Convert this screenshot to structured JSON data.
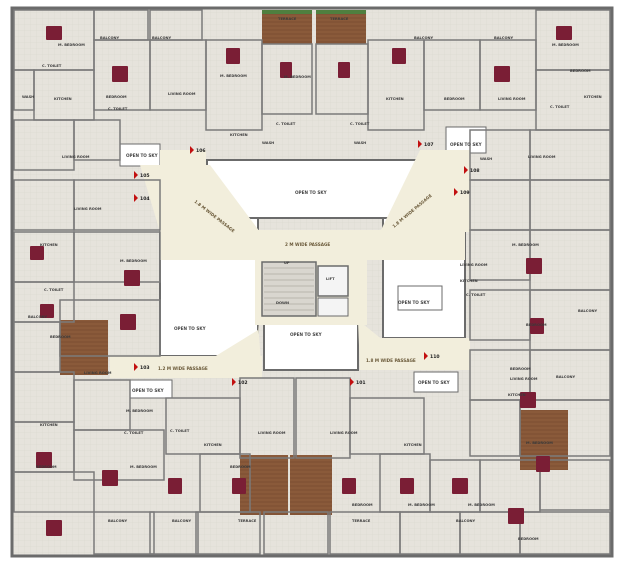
{
  "colors": {
    "wall": "#6b6b6b",
    "floor": "#e9e7e2",
    "passage": "#f2eedc",
    "wood": "#8a5a3a",
    "bed": "#7a1e35",
    "marker": "#c21010",
    "open_sky": "#ffffff",
    "greenery": "#4f7f3f"
  },
  "passages": [
    {
      "label": "2 M WIDE PASSAGE"
    },
    {
      "label": "1.8 M WIDE PASSAGE"
    },
    {
      "label": "1.8 M WIDE PASSAGE"
    },
    {
      "label": "1.2 M WIDE PASSAGE"
    },
    {
      "label": "1.8 M WIDE PASSAGE"
    }
  ],
  "open_to_sky": [
    {
      "label": "OPEN TO SKY"
    },
    {
      "label": "OPEN TO SKY"
    },
    {
      "label": "OPEN TO SKY"
    },
    {
      "label": "OPEN TO SKY"
    },
    {
      "label": "OPEN TO SKY"
    },
    {
      "label": "OPEN TO SKY"
    },
    {
      "label": "OPEN TO SKY"
    },
    {
      "label": "OPEN TO SKY"
    }
  ],
  "core": {
    "up": "UP",
    "down": "DOWN",
    "lift": "LIFT"
  },
  "flat_numbers": [
    "106",
    "107",
    "105",
    "108",
    "104",
    "109",
    "103",
    "110",
    "102",
    "101"
  ],
  "rooms": [
    {
      "name": "BALCONY"
    },
    {
      "name": "BALCONY"
    },
    {
      "name": "M. BEDROOM"
    },
    {
      "name": "C. TOILET"
    },
    {
      "name": "BEDROOM"
    },
    {
      "name": "LIVING ROOM"
    },
    {
      "name": "KITCHEN"
    },
    {
      "name": "C. TOILET"
    },
    {
      "name": "WASH"
    },
    {
      "name": "LIVING ROOM"
    },
    {
      "name": "TERRACE"
    },
    {
      "name": "TERRACE"
    },
    {
      "name": "M. BEDROOM"
    },
    {
      "name": "M. BEDROOM"
    },
    {
      "name": "KITCHEN"
    },
    {
      "name": "WASH"
    },
    {
      "name": "C. TOILET"
    },
    {
      "name": "C. TOILET"
    },
    {
      "name": "WASH"
    },
    {
      "name": "KITCHEN"
    },
    {
      "name": "BALCONY"
    },
    {
      "name": "BALCONY"
    },
    {
      "name": "M. BEDROOM"
    },
    {
      "name": "BEDROOM"
    },
    {
      "name": "LIVING ROOM"
    },
    {
      "name": "BEDROOM"
    },
    {
      "name": "C. TOILET"
    },
    {
      "name": "KITCHEN"
    },
    {
      "name": "WASH"
    },
    {
      "name": "LIVING ROOM"
    },
    {
      "name": "LIVING ROOM"
    },
    {
      "name": "KITCHEN"
    },
    {
      "name": "M. BEDROOM"
    },
    {
      "name": "C. TOILET"
    },
    {
      "name": "BALCONY"
    },
    {
      "name": "BEDROOM"
    },
    {
      "name": "LIVING ROOM"
    },
    {
      "name": "KITCHEN"
    },
    {
      "name": "M. BEDROOM"
    },
    {
      "name": "C. TOILET"
    },
    {
      "name": "BEDROOM"
    },
    {
      "name": "BALCONY"
    },
    {
      "name": "LIVING ROOM"
    },
    {
      "name": "KITCHEN"
    },
    {
      "name": "C. TOILET"
    },
    {
      "name": "M. BEDROOM"
    },
    {
      "name": "BEDROOM"
    },
    {
      "name": "BEDROOM"
    },
    {
      "name": "M. BEDROOM"
    },
    {
      "name": "BALCONY"
    },
    {
      "name": "BALCONY"
    },
    {
      "name": "TERRACE"
    },
    {
      "name": "KITCHEN"
    },
    {
      "name": "LIVING ROOM"
    },
    {
      "name": "LIVING ROOM"
    },
    {
      "name": "KITCHEN"
    },
    {
      "name": "BEDROOM"
    },
    {
      "name": "M. BEDROOM"
    },
    {
      "name": "M. BEDROOM"
    },
    {
      "name": "BALCONY"
    },
    {
      "name": "TERRACE"
    },
    {
      "name": "BALCONY"
    },
    {
      "name": "C. TOILET"
    },
    {
      "name": "M. BEDROOM"
    },
    {
      "name": "BEDROOM"
    },
    {
      "name": "LIVING ROOM"
    },
    {
      "name": "KITCHEN"
    },
    {
      "name": "BEDROOM"
    }
  ]
}
